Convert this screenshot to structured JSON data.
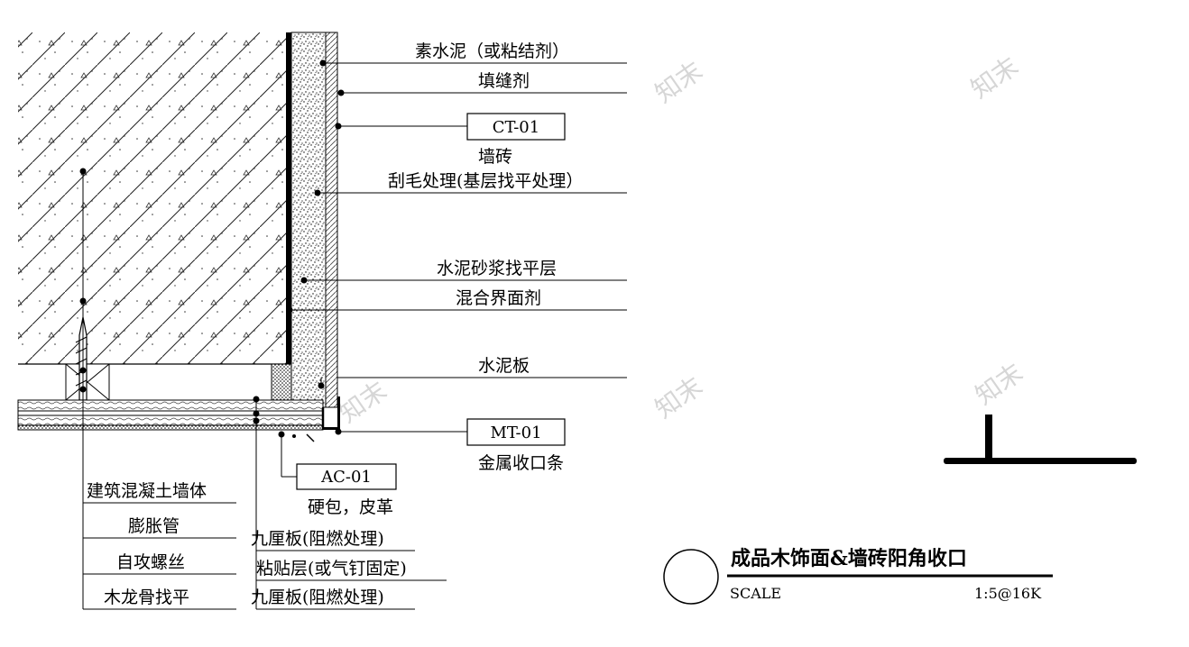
{
  "labels_right": [
    {
      "key": "cement",
      "text": "素水泥（或粘结剂）"
    },
    {
      "key": "joint_filler",
      "text": "填缝剂"
    },
    {
      "key": "tile_caption",
      "text": "墙砖"
    },
    {
      "key": "scrape",
      "text": "刮毛处理(基层找平处理）"
    },
    {
      "key": "mortar",
      "text": "水泥砂浆找平层"
    },
    {
      "key": "interface",
      "text": "混合界面剂"
    },
    {
      "key": "cement_board",
      "text": "水泥板"
    },
    {
      "key": "metal_caption",
      "text": "金属收口条"
    }
  ],
  "codes": {
    "tile": "CT-01",
    "metal": "MT-01",
    "leather": "AC-01"
  },
  "leather_caption": "硬包，皮革",
  "labels_left": [
    "建筑混凝土墙体",
    "膨胀管",
    "自攻螺丝",
    "木龙骨找平"
  ],
  "labels_mid": [
    "九厘板(阻燃处理)",
    "粘贴层(或气钉固定)",
    "九厘板(阻燃处理)"
  ],
  "title_block": {
    "title": "成品木饰面&墙砖阳角收口",
    "scale_label": "SCALE",
    "scale_value": "1:5@16K"
  },
  "watermark": "知末"
}
